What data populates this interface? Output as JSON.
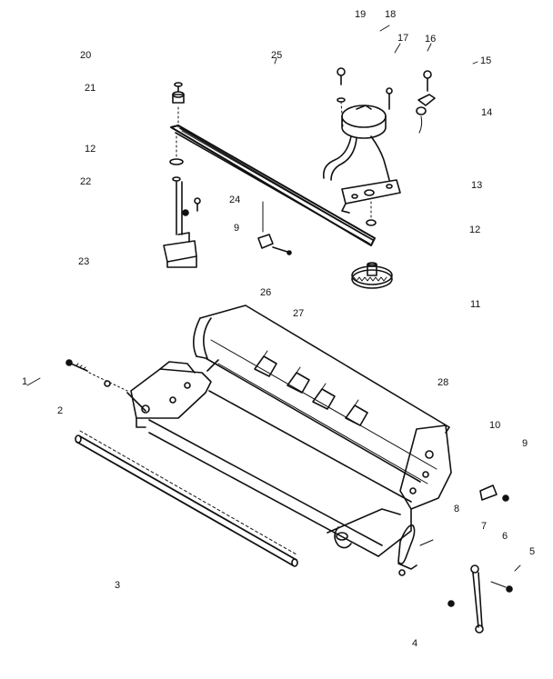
{
  "diagram": {
    "callouts": [
      "1",
      "2",
      "3",
      "4",
      "5",
      "6",
      "7",
      "8",
      "9",
      "10",
      "11",
      "12",
      "13",
      "14",
      "15",
      "16",
      "17",
      "18",
      "19",
      "20",
      "21",
      "12",
      "22",
      "24",
      "9",
      "23",
      "25",
      "26",
      "27",
      "28"
    ],
    "ink_color": "#111111",
    "paper_color": "#ffffff"
  }
}
